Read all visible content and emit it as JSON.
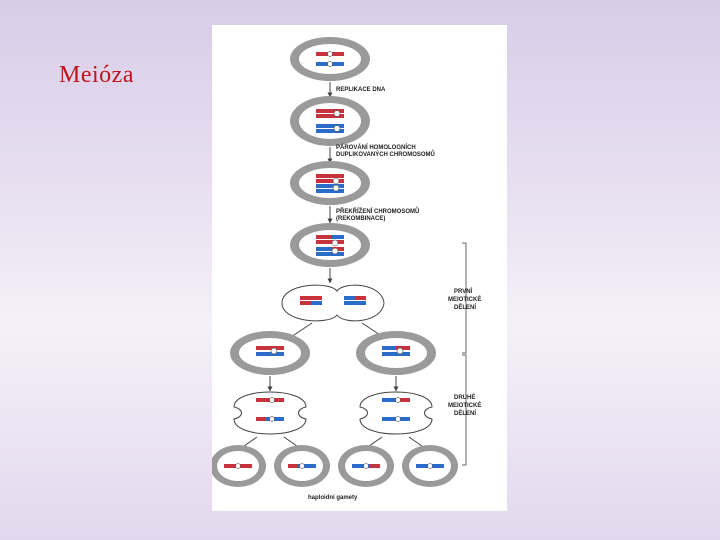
{
  "slide": {
    "title": "Meióza"
  },
  "diagram": {
    "step_labels": [
      [
        "REPLIKACE DNA"
      ],
      [
        "PÁROVÁNÍ HOMOLOGNÍCH",
        "DUPLIKOVANÝCH CHROMOSOMŮ"
      ],
      [
        "PŘEKŘÍŽENÍ CHROMOSOMŮ",
        "(REKOMBINACE)"
      ]
    ],
    "division_labels": [
      [
        "PRVNÍ",
        "MEIOTICKÉ",
        "DĚLENÍ"
      ],
      [
        "DRUHÉ",
        "MEIOTICKÉ",
        "DĚLENÍ"
      ]
    ],
    "gametes_label": "haploidní gamety",
    "colors": {
      "maternal_chromosome": "#c8323c",
      "paternal_chromosome": "#2a6cc8",
      "cell_membrane": "#8a8a8a",
      "cytoplasm": "#ffffff",
      "bracket": "#666666"
    }
  }
}
